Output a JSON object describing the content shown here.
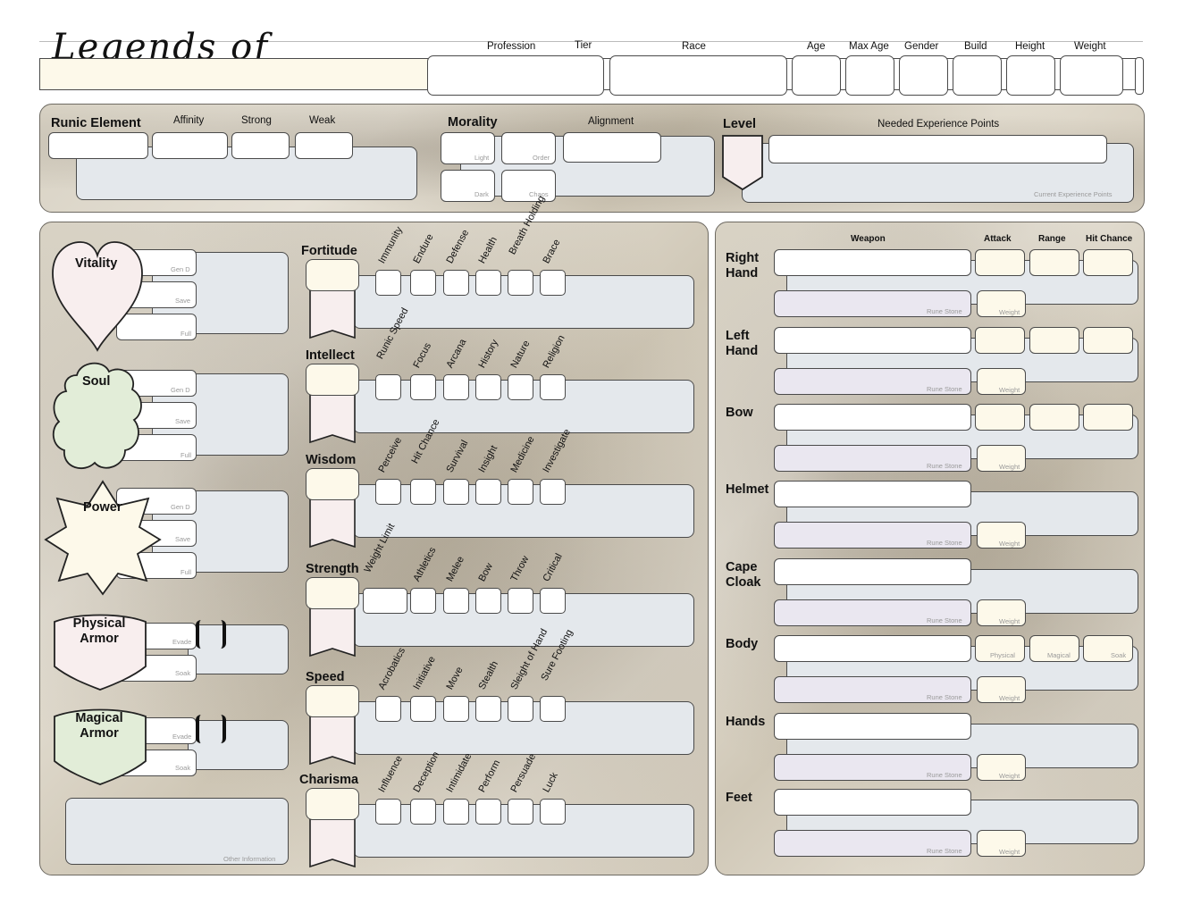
{
  "sheet": {
    "title": "Legends of"
  },
  "header": {
    "fields": [
      "Profession",
      "Tier",
      "Race",
      "Age",
      "Max Age",
      "Gender",
      "Build",
      "Height",
      "Weight"
    ]
  },
  "runic": {
    "title": "Runic Element",
    "affinity": "Affinity",
    "strong": "Strong",
    "weak": "Weak"
  },
  "morality": {
    "title": "Morality",
    "alignment": "Alignment",
    "light": "Light",
    "order": "Order",
    "dark": "Dark",
    "chaos": "Chaos"
  },
  "level": {
    "title": "Level",
    "needed": "Needed Experience Points",
    "current": "Current Experience Points"
  },
  "vitals": {
    "vitality": "Vitality",
    "soul": "Soul",
    "power": "Power",
    "gen": "Gen D",
    "save": "Save",
    "full": "Full",
    "physical_armor": "Physical Armor",
    "magical_armor": "Magical Armor",
    "evade": "Evade",
    "soak": "Soak",
    "other": "Other Information"
  },
  "attributes": [
    {
      "name": "Fortitude",
      "skills": [
        "Immunity",
        "Endure",
        "Defense",
        "Health",
        "Breath Holding",
        "Brace"
      ]
    },
    {
      "name": "Intellect",
      "skills": [
        "Runic Speed",
        "Focus",
        "Arcana",
        "History",
        "Nature",
        "Religion"
      ]
    },
    {
      "name": "Wisdom",
      "skills": [
        "Perceive",
        "Hit Chance",
        "Survival",
        "Insight",
        "Medicine",
        "Investigate"
      ]
    },
    {
      "name": "Strength",
      "skills": [
        "Weight Limit",
        "Athletics",
        "Melee",
        "Bow",
        "Throw",
        "Critical"
      ]
    },
    {
      "name": "Speed",
      "skills": [
        "Acrobatics",
        "Initiative",
        "Move",
        "Stealth",
        "Sleight of Hand",
        "Sure Footing"
      ]
    },
    {
      "name": "Charisma",
      "skills": [
        "Influence",
        "Deception",
        "Intimidate",
        "Perform",
        "Persuade",
        "Luck"
      ]
    }
  ],
  "equipment": {
    "headers": {
      "weapon": "Weapon",
      "attack": "Attack",
      "range": "Range",
      "hit": "Hit Chance"
    },
    "rune": "Rune Stone",
    "weight": "Weight",
    "physical": "Physical",
    "magical": "Magical",
    "soak": "Soak",
    "slots": [
      "Right Hand",
      "Left Hand",
      "Bow",
      "Helmet",
      "Cape Cloak",
      "Body",
      "Hands",
      "Feet"
    ]
  },
  "colors": {
    "cream": "#fdf9ea",
    "gray_box": "#e4e8ec",
    "heart": "#f8eeee",
    "cloud": "#e2edd8",
    "star": "#fdf9ea",
    "ribbon": "#f7eeee"
  }
}
